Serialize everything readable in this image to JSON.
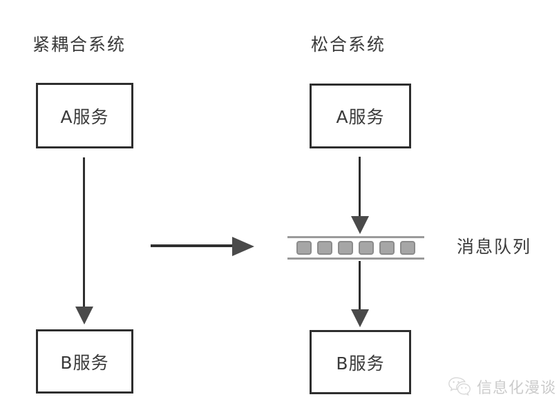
{
  "diagram": {
    "title_left": "紧耦合系统",
    "title_right": "松合系统",
    "queue_label": "消息队列",
    "boxes": {
      "a_left": "A服务",
      "b_left": "B服务",
      "a_right": "A服务",
      "b_right": "B服务"
    },
    "queue": {
      "slot_count": 6,
      "slot_color": "#a6a6a6",
      "rail_color": "#9a9a9a"
    },
    "arrows": {
      "left_down": "A服务 to B服务 direct call",
      "transition": "tight-coupled to loose-coupled transition",
      "right_top": "A服务 to 消息队列",
      "right_bottom": "消息队列 to B服务"
    },
    "colors": {
      "box_border": "#2e2e2e",
      "text": "#3b3b3b",
      "arrow": "#4a4a4a",
      "background": "#ffffff"
    }
  },
  "watermark": {
    "text": "信息化漫谈",
    "logo": "wechat-icon"
  }
}
